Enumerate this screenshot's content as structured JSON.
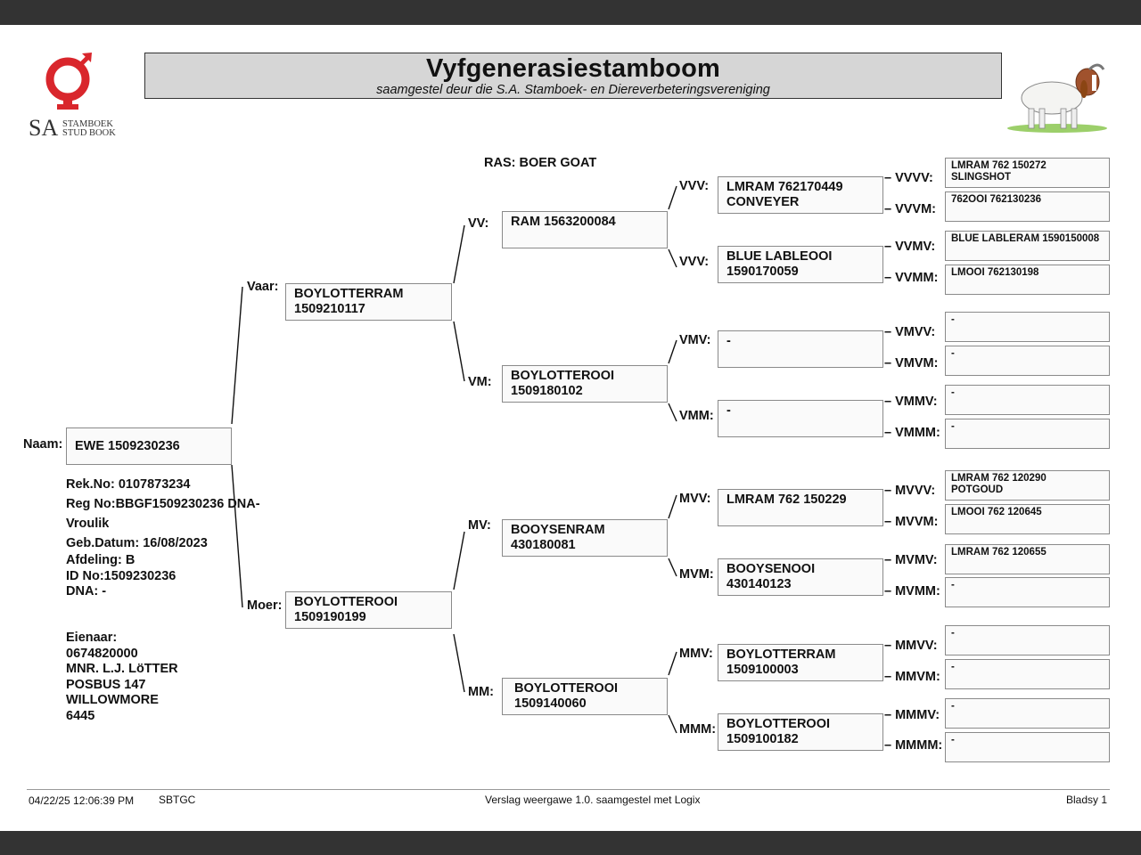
{
  "header": {
    "title": "Vyfgenerasiestamboom",
    "subtitle": "saamgestel deur die S.A. Stamboek- en Diereverbeteringsvereniging"
  },
  "logo": {
    "sa": "SA",
    "line1": "STAMBOEK",
    "line2": "STUD BOOK",
    "brand_color": "#d9262c"
  },
  "ras": "RAS: BOER GOAT",
  "animal": {
    "naam_label": "Naam:",
    "naam": "EWE 1509230236",
    "rek_no": "Rek.No: 0107873234",
    "reg_no": "Reg No:BBGF1509230236 DNA-",
    "sex": "Vroulik",
    "geb_datum": "Geb.Datum: 16/08/2023",
    "afdeling": "Afdeling: B",
    "id_no": "ID No:1509230236",
    "dna": "DNA: -"
  },
  "owner": {
    "label": "Eienaar:",
    "number": "0674820000",
    "name": "MNR. L.J. LöTTER",
    "address1": "POSBUS 147",
    "address2": "WILLOWMORE",
    "code": "6445"
  },
  "parents": {
    "vaar": {
      "label": "Vaar:",
      "name": "BOYLOTTERRAM\n1509210117"
    },
    "moer": {
      "label": "Moer:",
      "name": "BOYLOTTEROOI\n1509190199"
    }
  },
  "grandparents": {
    "vv": {
      "label": "VV:",
      "name": "RAM 1563200084"
    },
    "vm": {
      "label": "VM:",
      "name": "BOYLOTTEROOI\n1509180102"
    },
    "mv": {
      "label": "MV:",
      "name": "BOOYSENRAM\n430180081"
    },
    "mm": {
      "label": "MM:",
      "name": "BOYLOTTEROOI\n1509140060"
    }
  },
  "gen4": {
    "vvv1": {
      "label": "VVV:",
      "name": "LMRAM 762170449\nCONVEYER"
    },
    "vvv2": {
      "label": "VVV:",
      "name": "BLUE LABLEOOI\n1590170059"
    },
    "vmv": {
      "label": "VMV:",
      "name": "-"
    },
    "vmm": {
      "label": "VMM:",
      "name": "-"
    },
    "mvv": {
      "label": "MVV:",
      "name": "LMRAM 762 150229"
    },
    "mvm": {
      "label": "MVM:",
      "name": "BOOYSENOOI\n430140123"
    },
    "mmv": {
      "label": "MMV:",
      "name": "BOYLOTTERRAM\n1509100003"
    },
    "mmm": {
      "label": "MMM:",
      "name": "BOYLOTTEROOI\n1509100182"
    }
  },
  "gen5": {
    "vvvv": {
      "label": "– VVVV:",
      "name": "LMRAM 762 150272\nSLINGSHOT"
    },
    "vvvm": {
      "label": "– VVVM:",
      "name": "762OOI 762130236"
    },
    "vvmv": {
      "label": "– VVMV:",
      "name": "BLUE LABLERAM 1590150008"
    },
    "vvmm": {
      "label": "– VVMM:",
      "name": "LMOOI 762130198"
    },
    "vmvv": {
      "label": "– VMVV:",
      "name": "-"
    },
    "vmvm": {
      "label": "– VMVM:",
      "name": "-"
    },
    "vmmv": {
      "label": "– VMMV:",
      "name": "-"
    },
    "vmmm": {
      "label": "– VMMM:",
      "name": "-"
    },
    "mvvv": {
      "label": "– MVVV:",
      "name": "LMRAM 762 120290\nPOTGOUD"
    },
    "mvvm": {
      "label": "– MVVM:",
      "name": "LMOOI 762 120645"
    },
    "mvmv": {
      "label": "– MVMV:",
      "name": "LMRAM 762 120655"
    },
    "mvmm": {
      "label": "– MVMM:",
      "name": "-"
    },
    "mmvv": {
      "label": "– MMVV:",
      "name": "-"
    },
    "mmvm": {
      "label": "– MMVM:",
      "name": "-"
    },
    "mmmv": {
      "label": "– MMMV:",
      "name": "-"
    },
    "mmmm": {
      "label": "– MMMM:",
      "name": "-"
    }
  },
  "footer": {
    "datetime": "04/22/25 12:06:39 PM",
    "code": "SBTGC",
    "report": "Verslag weergawe 1.0. saamgestel met Logix",
    "page": "Bladsy 1"
  }
}
